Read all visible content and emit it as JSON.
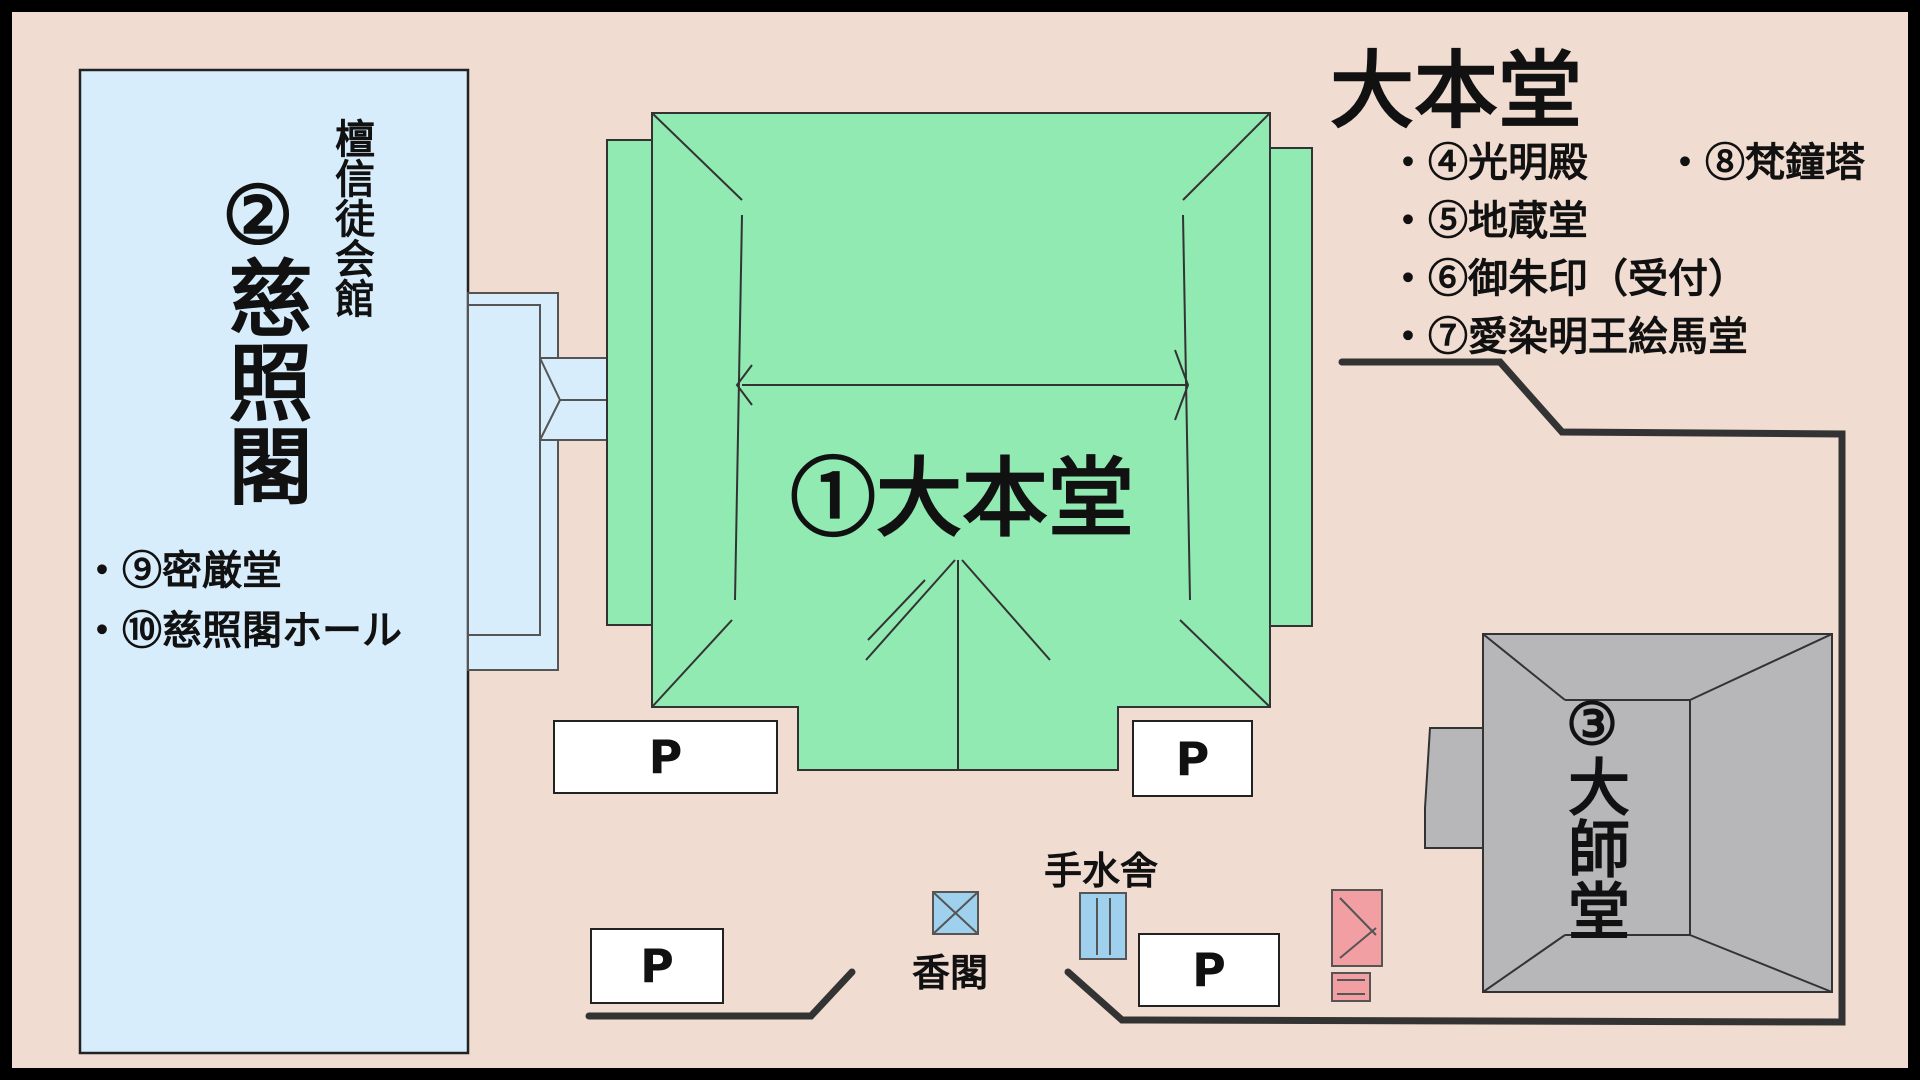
{
  "map": {
    "title": "大本堂",
    "legend": {
      "item4": "・④光明殿",
      "item8": "・⑧梵鐘塔",
      "item5": "・⑤地蔵堂",
      "item6": "・⑥御朱印（受付）",
      "item7": "・⑦愛染明王絵馬堂"
    },
    "buildings": {
      "daihondo": "①大本堂",
      "jishokaku_num": "②",
      "jishokaku_name": "慈照閣",
      "jishokaku_sub": "檀信徒会館",
      "jishokaku_item9": "・⑨密厳堂",
      "jishokaku_item10": "・⑩慈照閣ホール",
      "daishido_num": "③",
      "daishido_name": "大師堂",
      "chozuya": "手水舎",
      "kokaku": "香閣"
    },
    "parking_label": "P",
    "colors": {
      "background": "#f0dcd1",
      "daihondo": "#90eab2",
      "jishokaku": "#d8edfc",
      "daishido": "#b7b7b9",
      "kokaku": "#9fd1ee",
      "chozuya": "#9fd1ee",
      "small_shrine": "#f19fa3"
    }
  }
}
